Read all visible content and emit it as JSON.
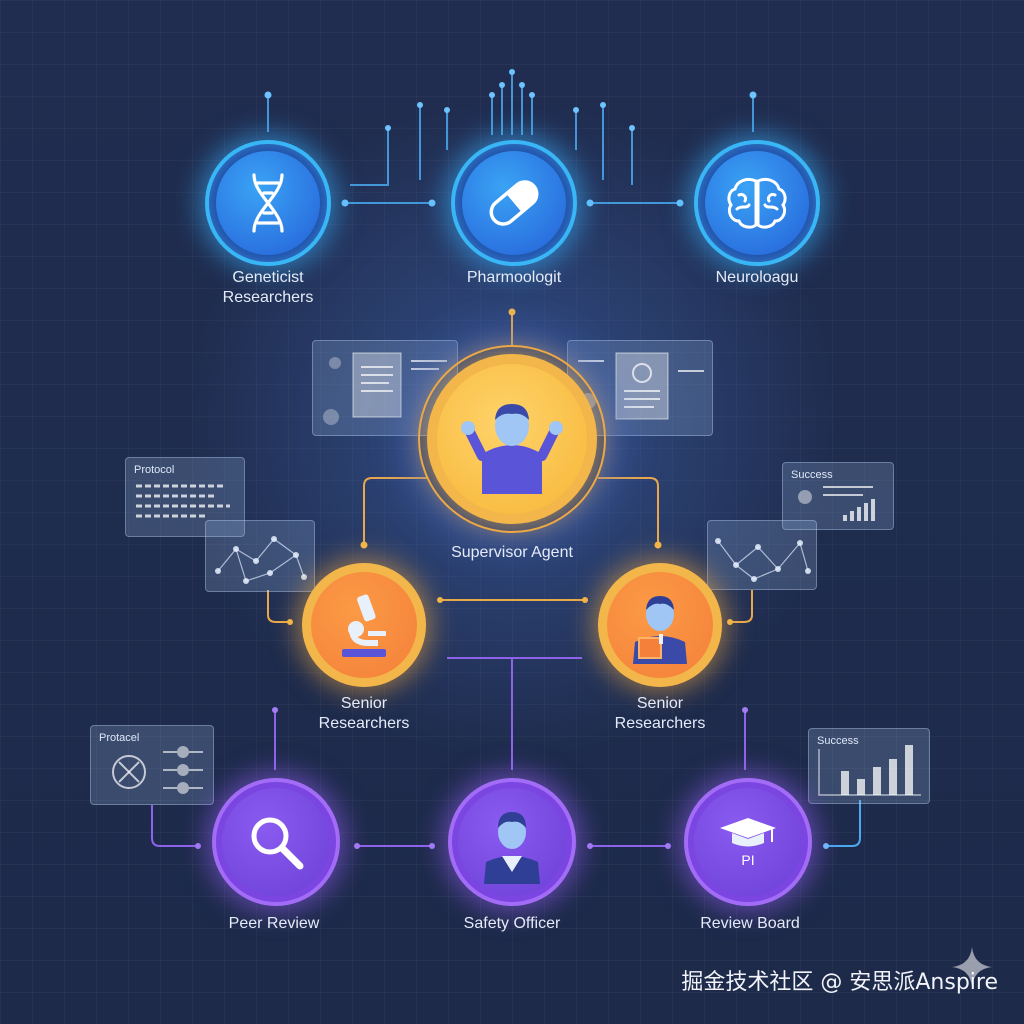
{
  "nodes": {
    "geneticist": {
      "label_line1": "Geneticist",
      "label_line2": "Researchers",
      "icon": "dna-icon",
      "color": "#2560d8"
    },
    "pharmacologist": {
      "label": "Pharmoologit",
      "icon": "pill-icon",
      "color": "#2560d8"
    },
    "neurologist": {
      "label": "Neuroloagu",
      "icon": "brain-icon",
      "color": "#2560d8"
    },
    "supervisor": {
      "label": "Supervisor Agent",
      "icon": "person-icon",
      "color": "#f2b64a"
    },
    "senior_left": {
      "label_line1": "Senior",
      "label_line2": "Researchers",
      "icon": "microscope-icon",
      "color": "#f4803a"
    },
    "senior_right": {
      "label_line1": "Senior",
      "label_line2": "Researchers",
      "icon": "researcher-icon",
      "color": "#f4803a"
    },
    "peer_review": {
      "label": "Peer Review",
      "icon": "magnifier-icon",
      "color": "#6b3fd6"
    },
    "safety_officer": {
      "label": "Safety Officer",
      "icon": "officer-icon",
      "color": "#6b3fd6"
    },
    "review_board": {
      "label": "Review Board",
      "badge": "PI",
      "icon": "graduation-cap-icon",
      "color": "#6b3fd6"
    }
  },
  "panels": {
    "protocol_top": {
      "title": "Protocol"
    },
    "success_top": {
      "title": "Success"
    },
    "protocol_bottom": {
      "title": "Protacel"
    },
    "success_bottom": {
      "title": "Success"
    }
  },
  "watermark": "掘金技术社区 @ 安思派Anspire"
}
